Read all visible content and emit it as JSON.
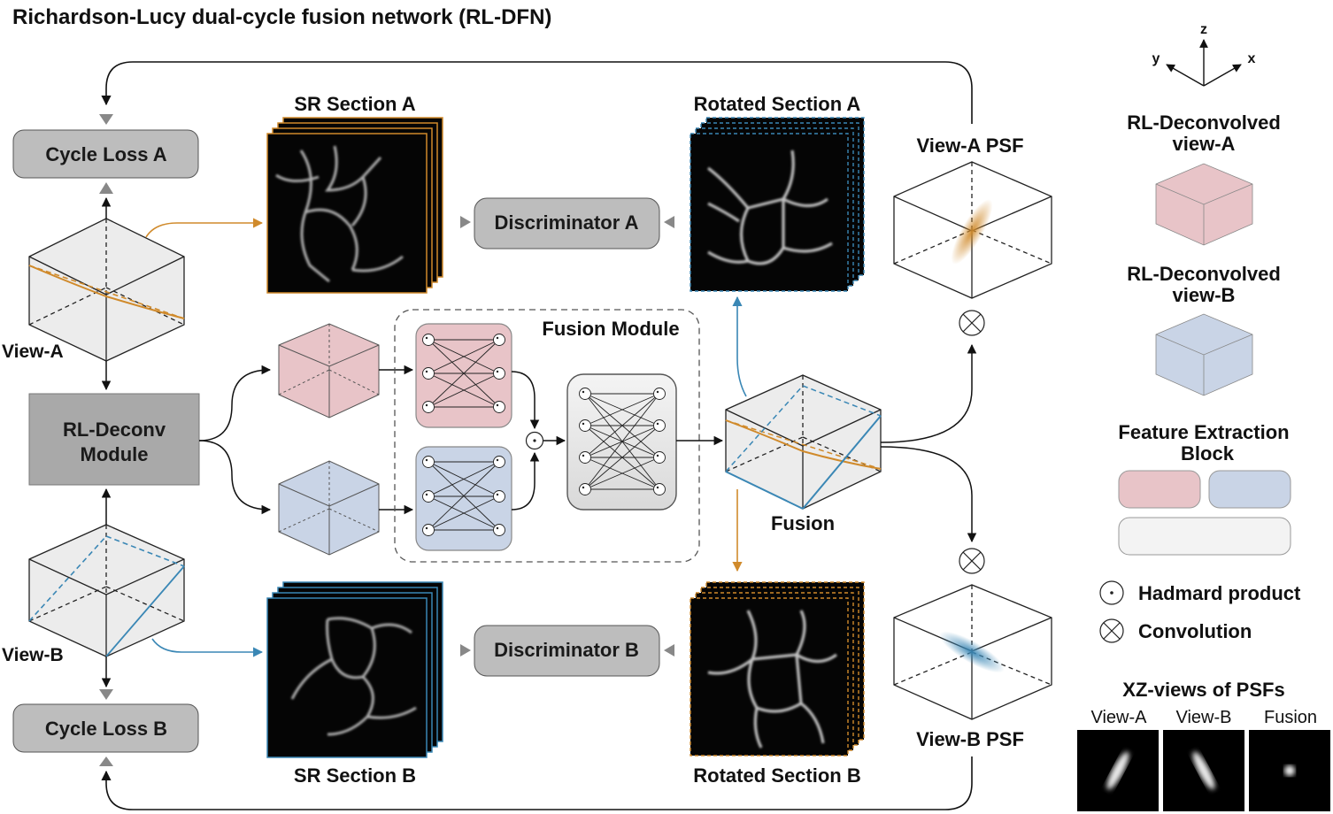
{
  "title": "Richardson-Lucy dual-cycle fusion network (RL-DFN)",
  "labels": {
    "cycle_loss_a": "Cycle Loss A",
    "cycle_loss_b": "Cycle Loss B",
    "rl_deconv_line1": "RL-Deconv",
    "rl_deconv_line2": "Module",
    "view_a": "View-A",
    "view_b": "View-B",
    "sr_section_a": "SR Section A",
    "sr_section_b": "SR Section B",
    "rotated_section_a": "Rotated Section A",
    "rotated_section_b": "Rotated Section B",
    "discriminator_a": "Discriminator A",
    "discriminator_b": "Discriminator B",
    "fusion_module": "Fusion Module",
    "fusion": "Fusion",
    "view_a_psf": "View-A PSF",
    "view_b_psf": "View-B PSF"
  },
  "legend": {
    "axis_z": "z",
    "axis_y": "y",
    "axis_x": "x",
    "rl_view_a_line1": "RL-Deconvolved",
    "rl_view_a_line2": "view-A",
    "rl_view_b_line1": "RL-Deconvolved",
    "rl_view_b_line2": "view-B",
    "feature_block_line1": "Feature Extraction",
    "feature_block_line2": "Block",
    "hadamard": "Hadmard product",
    "convolution": "Convolution",
    "xz_title": "XZ-views of PSFs",
    "xz_view_a": "View-A",
    "xz_view_b": "View-B",
    "xz_fusion": "Fusion"
  },
  "colors": {
    "orange": "#d08a2b",
    "blue": "#3a87b5",
    "pink_fill": "#e8c4c8",
    "blue_fill": "#c9d4e6",
    "gray_box": "#bdbdbd",
    "dark_gray_box": "#a9a9a9",
    "light_box": "#efefef"
  }
}
